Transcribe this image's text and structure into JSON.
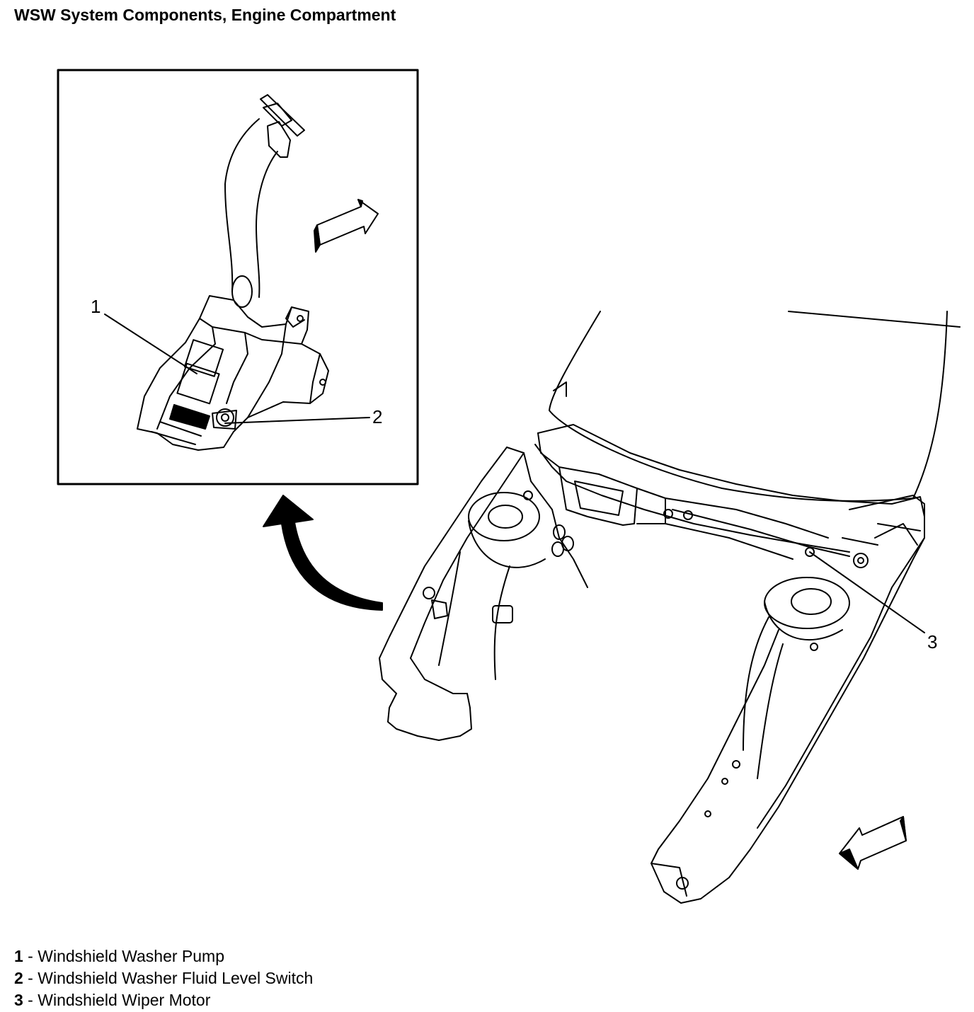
{
  "title": "WSW System Components, Engine Compartment",
  "callouts": {
    "c1": "1",
    "c2": "2",
    "c3": "3"
  },
  "legend": [
    {
      "number": "1",
      "separator": " - ",
      "label": "Windshield Washer Pump"
    },
    {
      "number": "2",
      "separator": " - ",
      "label": "Windshield Washer Fluid Level Switch"
    },
    {
      "number": "3",
      "separator": " - ",
      "label": "Windshield Wiper Motor"
    }
  ],
  "colors": {
    "line": "#000000",
    "background": "#ffffff"
  }
}
